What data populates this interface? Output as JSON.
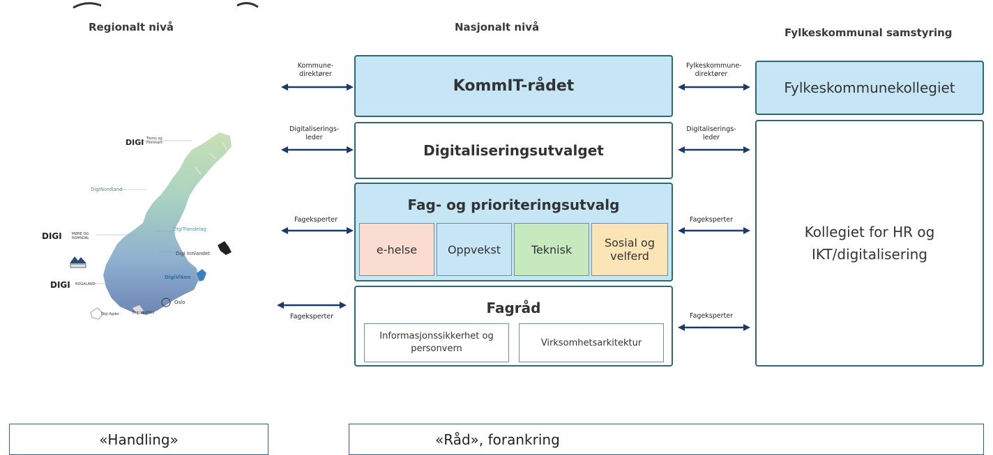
{
  "columns": {
    "regional": "Regionalt nivå",
    "national": "Nasjonalt nivå",
    "county": "Fylkeskommunal samstyring"
  },
  "national_boxes": {
    "kommit": "KommIT-rådet",
    "digital": "Digitaliseringsutvalget",
    "fag": {
      "title": "Fag- og prioriteringsutvalg",
      "subs": [
        {
          "label": "e-helse",
          "color": "#fadcd1"
        },
        {
          "label": "Oppvekst",
          "color": "#c6e6f6"
        },
        {
          "label": "Teknisk",
          "color": "#c7e9c0"
        },
        {
          "label": "Sosial og velferd",
          "color": "#fbe5b6"
        }
      ]
    },
    "fagrad": {
      "title": "Fagråd",
      "subs": [
        "Informasjonssikkerhet og personvern",
        "Virksomhetsarkitektur"
      ]
    }
  },
  "county_boxes": {
    "fylke": "Fylkeskommunekollegiet",
    "hr": "Kollegiet for HR og IKT/digitalisering"
  },
  "left_arrows": [
    "Kommune-direktører",
    "Digitaliserings-leder",
    "Fageksperter",
    "Fageksperter"
  ],
  "right_arrows": [
    "Fylkeskommune-direktører",
    "Digitaliserings-leder",
    "Fageksperter",
    "Fageksperter"
  ],
  "map": {
    "labels": {
      "digi_top": "DIGI",
      "digi_top_small": "Troms og Finnmark",
      "dignordland": "DigiNordland",
      "digi_west": "DIGI",
      "digi_west_small": "MØRE OG ROMSDAL",
      "digitrondelag": "DigiTrøndelag",
      "digiinnlandet": "Digi Innlandet",
      "digi_rogaland": "DIGI",
      "digi_rogaland_small": "ROGALAND",
      "digiviken": "DigiViken",
      "oslo": "Oslo",
      "digiagder": "Digi Agder",
      "digivestfold": "Digi Vestfold"
    }
  },
  "footer": {
    "left": "«Handling»",
    "right": "«Råd», forankring"
  },
  "colors": {
    "border": "#2d6678",
    "box_blue": "#c6e6f6",
    "arrow": "#1a3a6b"
  }
}
